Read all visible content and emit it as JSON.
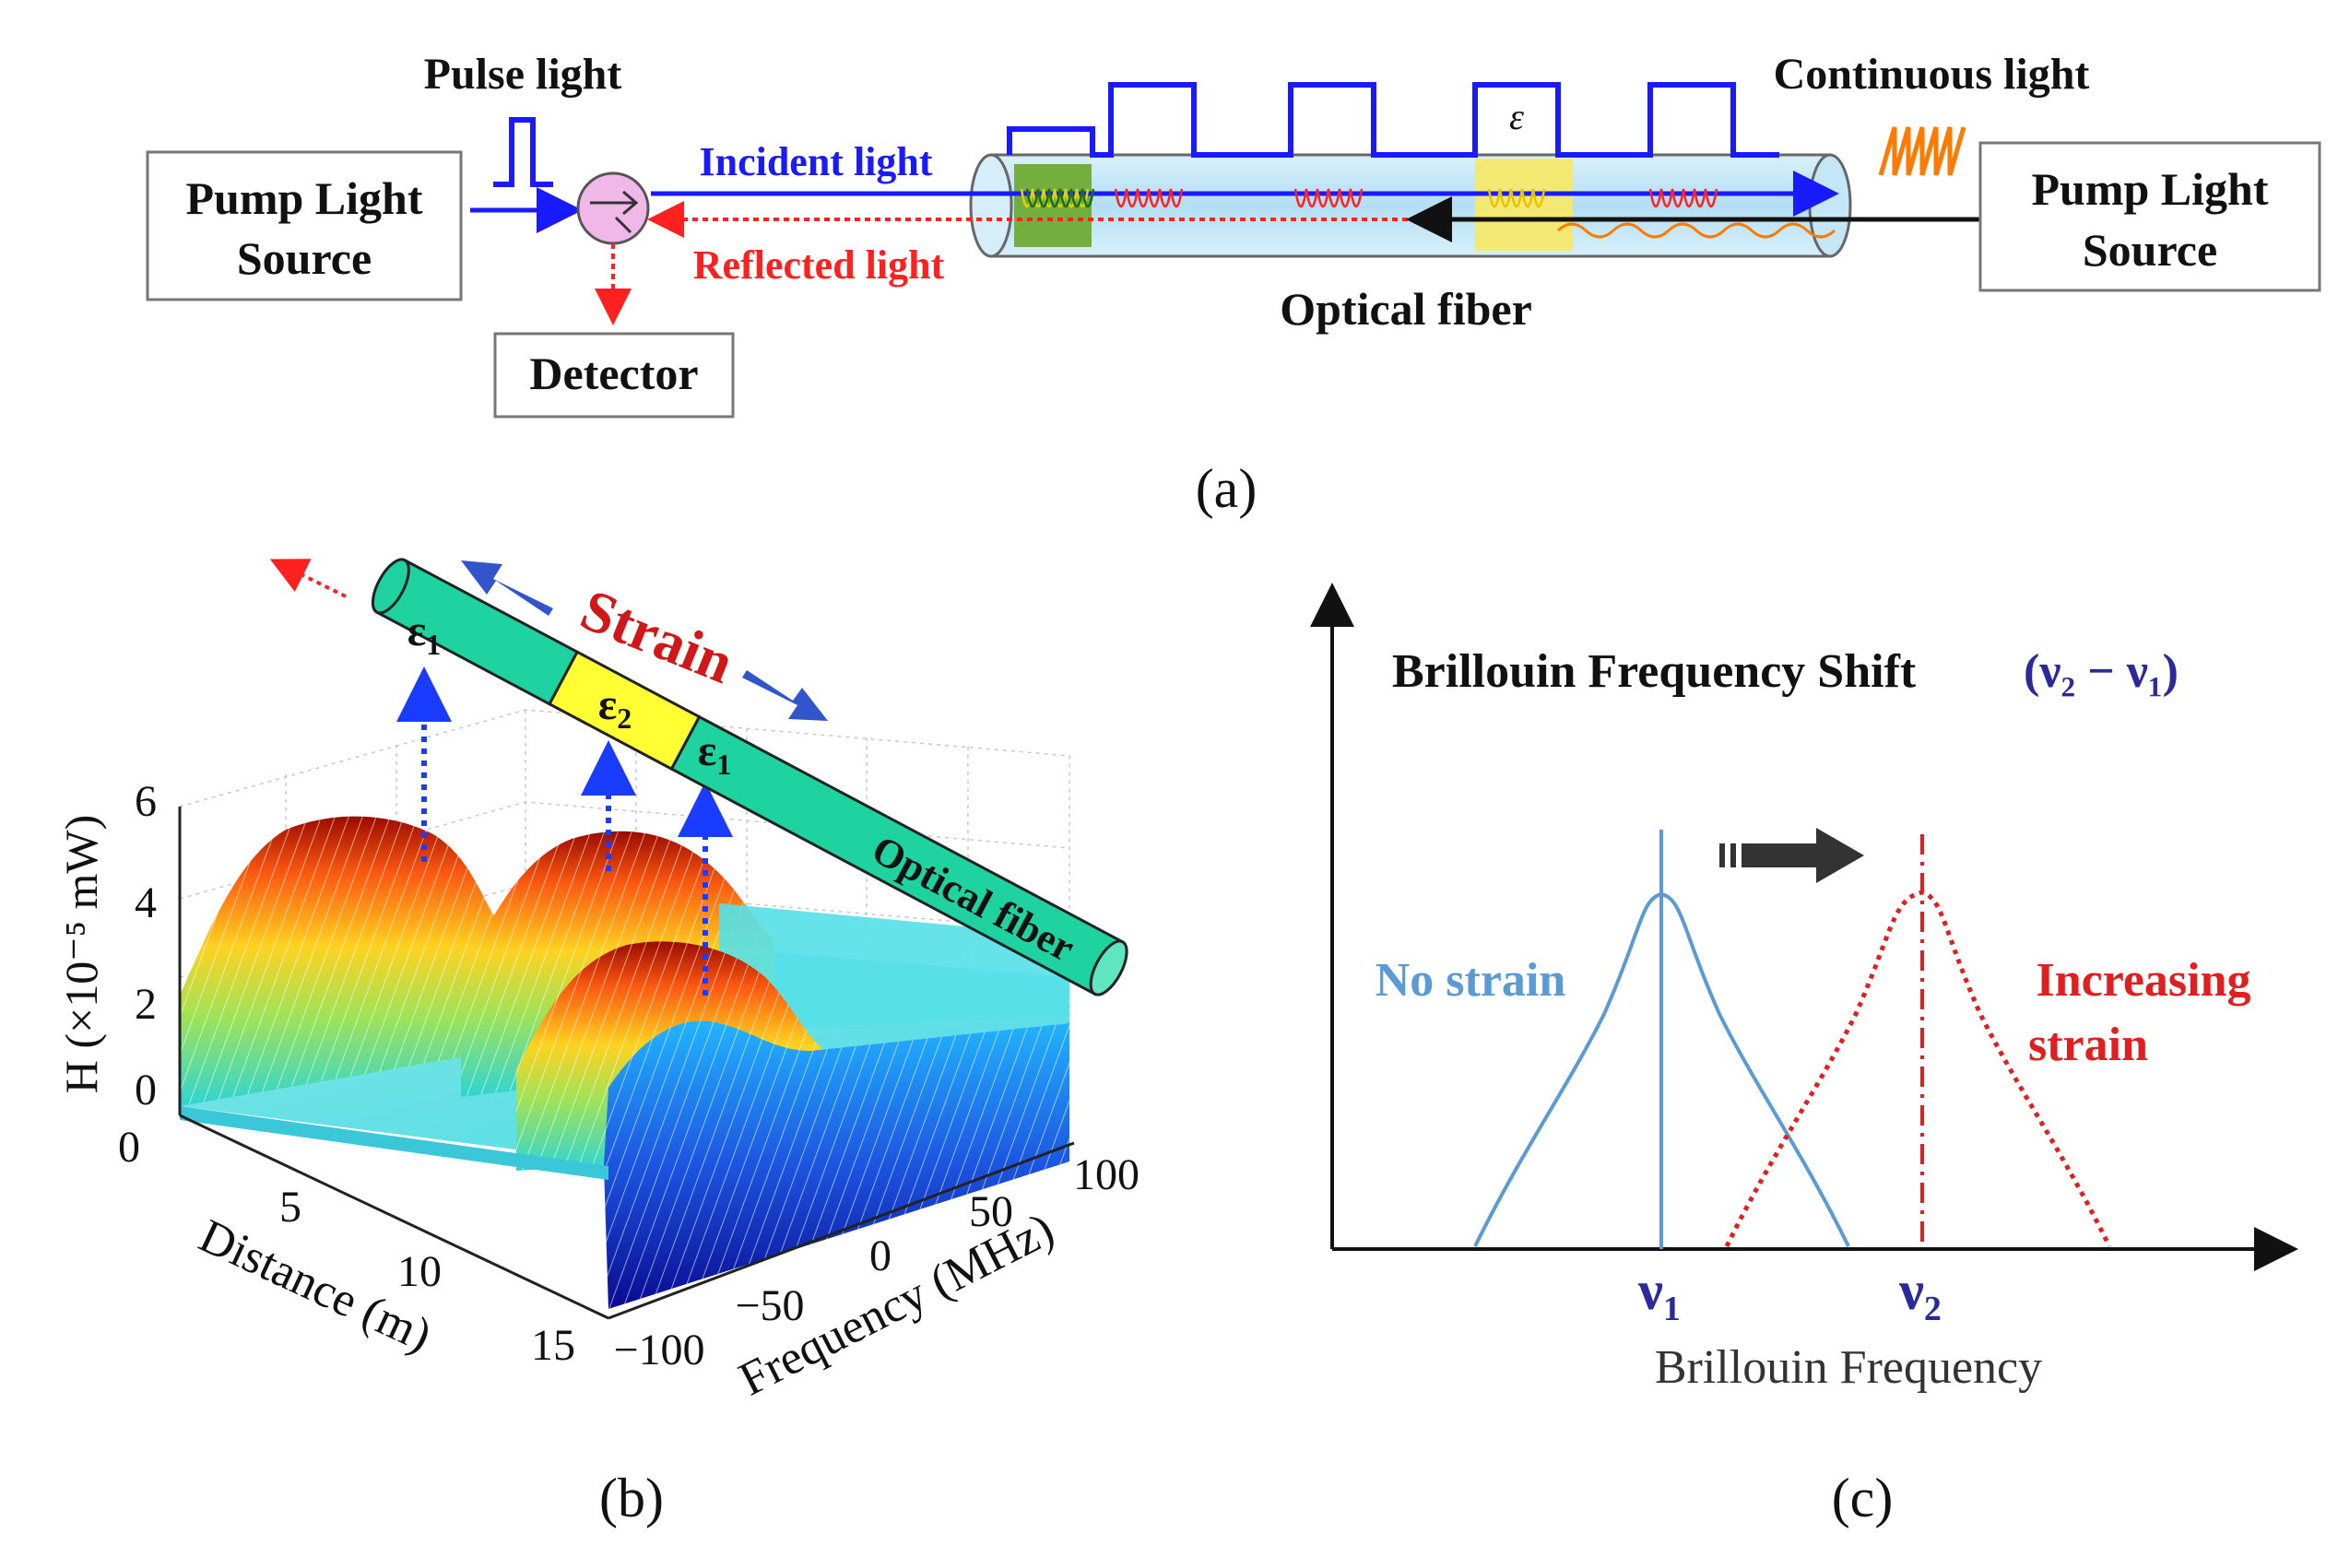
{
  "colors": {
    "incident": "#1a1aff",
    "reflected": "#ff2020",
    "pulse_train": "#1a1aff",
    "continuous": "#ff7a00",
    "fiber_body": "#bfe3f5",
    "fiber_green": "#1fd3a0",
    "strain_yellow": "#ffff33",
    "no_strain": "#5b9bd5",
    "increasing_strain": "#e02020",
    "label_navy": "#2a2a9a",
    "arrow_blue": "#3355cc",
    "strain_text": "#d01818"
  },
  "panel_a": {
    "pump_left": {
      "line1": "Pump Light",
      "line2": "Source"
    },
    "pump_right": {
      "line1": "Pump Light",
      "line2": "Source"
    },
    "pulse_label": "Pulse light",
    "continuous_label": "Continuous light",
    "incident_label": "Incident light",
    "reflected_label": "Reflected light",
    "detector": "Detector",
    "fiber_label": "Optical fiber",
    "strain_symbol": "ε",
    "caption": "(a)"
  },
  "panel_b": {
    "strain_label": "Strain",
    "eps1": "ε",
    "eps1_sub": "1",
    "eps2": "ε",
    "eps2_sub": "2",
    "fiber_label": "Optical fiber",
    "z_axis_label": "H (×10⁻⁵ mW)",
    "z_ticks": [
      "0",
      "2",
      "4",
      "6"
    ],
    "x_axis_label": "Distance (m)",
    "x_ticks": [
      "0",
      "5",
      "10",
      "15"
    ],
    "y_axis_label": "Frequency (MHz)",
    "y_ticks": [
      "−100",
      "−50",
      "0",
      "50",
      "100"
    ],
    "caption": "(b)"
  },
  "panel_c": {
    "title": "Brillouin Frequency Shift",
    "shift_expr": "(ν₂ − ν₁)",
    "no_strain": "No strain",
    "increasing_line1": "Increasing",
    "increasing_line2": "strain",
    "nu1": "ν",
    "nu1_sub": "1",
    "nu2": "ν",
    "nu2_sub": "2",
    "x_axis_label": "Brillouin Frequency",
    "caption": "(c)"
  }
}
